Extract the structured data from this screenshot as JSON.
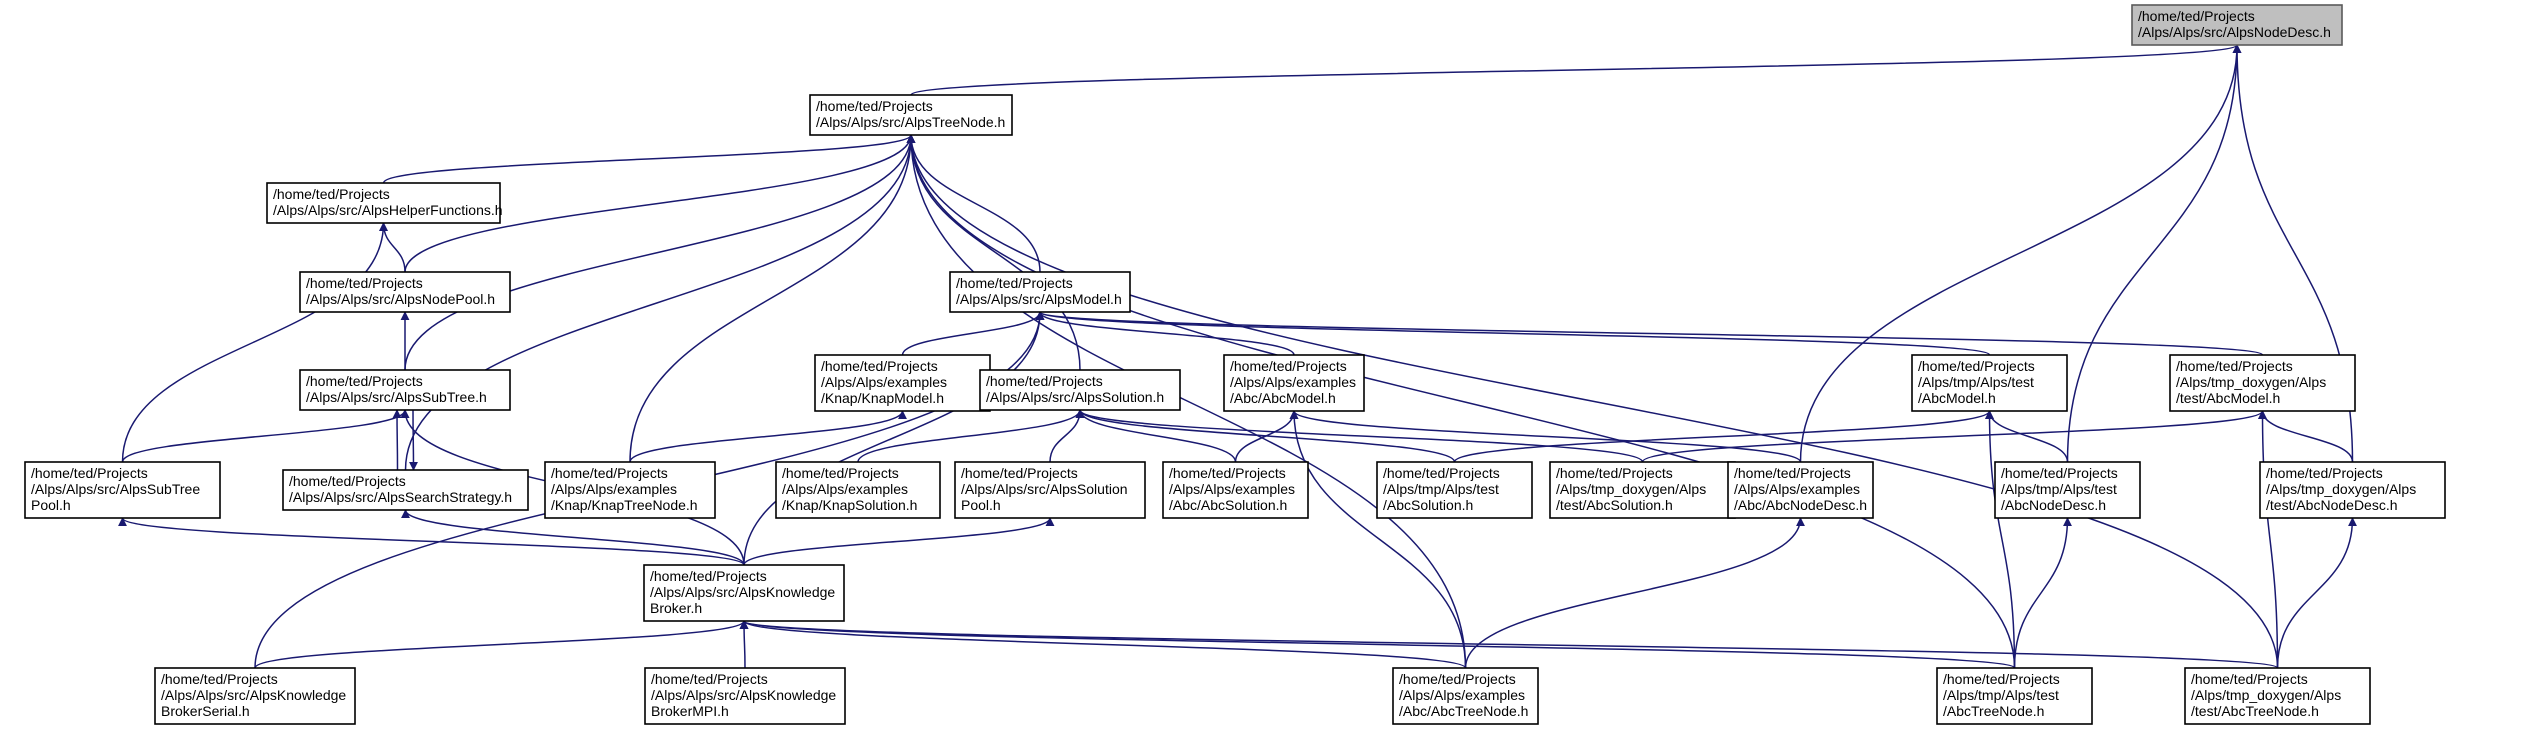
{
  "nodes": [
    {
      "id": "root",
      "lines": [
        "/home/ted/Projects",
        "/Alps/Alps/src/AlpsNodeDesc.h"
      ],
      "highlight": true
    },
    {
      "id": "treenode",
      "lines": [
        "/home/ted/Projects",
        "/Alps/Alps/src/AlpsTreeNode.h"
      ]
    },
    {
      "id": "helper",
      "lines": [
        "/home/ted/Projects",
        "/Alps/Alps/src/AlpsHelperFunctions.h"
      ]
    },
    {
      "id": "nodepool",
      "lines": [
        "/home/ted/Projects",
        "/Alps/Alps/src/AlpsNodePool.h"
      ]
    },
    {
      "id": "subtree",
      "lines": [
        "/home/ted/Projects",
        "/Alps/Alps/src/AlpsSubTree.h"
      ]
    },
    {
      "id": "model",
      "lines": [
        "/home/ted/Projects",
        "/Alps/Alps/src/AlpsModel.h"
      ]
    },
    {
      "id": "knapmodel",
      "lines": [
        "/home/ted/Projects",
        "/Alps/Alps/examples",
        "/Knap/KnapModel.h"
      ]
    },
    {
      "id": "solution",
      "lines": [
        "/home/ted/Projects",
        "/Alps/Alps/src/AlpsSolution.h"
      ]
    },
    {
      "id": "abcmodel_ex",
      "lines": [
        "/home/ted/Projects",
        "/Alps/Alps/examples",
        "/Abc/AbcModel.h"
      ]
    },
    {
      "id": "abcmodel_tmp",
      "lines": [
        "/home/ted/Projects",
        "/Alps/tmp/Alps/test",
        "/AbcModel.h"
      ]
    },
    {
      "id": "abcmodel_dox",
      "lines": [
        "/home/ted/Projects",
        "/Alps/tmp_doxygen/Alps",
        "/test/AbcModel.h"
      ]
    },
    {
      "id": "subtreepool",
      "lines": [
        "/home/ted/Projects",
        "/Alps/Alps/src/AlpsSubTree",
        "Pool.h"
      ]
    },
    {
      "id": "searchstrat",
      "lines": [
        "/home/ted/Projects",
        "/Alps/Alps/src/AlpsSearchStrategy.h"
      ]
    },
    {
      "id": "knaptreenode",
      "lines": [
        "/home/ted/Projects",
        "/Alps/Alps/examples",
        "/Knap/KnapTreeNode.h"
      ]
    },
    {
      "id": "knapsolution",
      "lines": [
        "/home/ted/Projects",
        "/Alps/Alps/examples",
        "/Knap/KnapSolution.h"
      ]
    },
    {
      "id": "solutionpool",
      "lines": [
        "/home/ted/Projects",
        "/Alps/Alps/src/AlpsSolution",
        "Pool.h"
      ]
    },
    {
      "id": "abcsolution_ex",
      "lines": [
        "/home/ted/Projects",
        "/Alps/Alps/examples",
        "/Abc/AbcSolution.h"
      ]
    },
    {
      "id": "abcsolution_tmp",
      "lines": [
        "/home/ted/Projects",
        "/Alps/tmp/Alps/test",
        "/AbcSolution.h"
      ]
    },
    {
      "id": "abcsolution_dox",
      "lines": [
        "/home/ted/Projects",
        "/Alps/tmp_doxygen/Alps",
        "/test/AbcSolution.h"
      ]
    },
    {
      "id": "abcnodedesc_ex",
      "lines": [
        "/home/ted/Projects",
        "/Alps/Alps/examples",
        "/Abc/AbcNodeDesc.h"
      ]
    },
    {
      "id": "abcnodedesc_tmp",
      "lines": [
        "/home/ted/Projects",
        "/Alps/tmp/Alps/test",
        "/AbcNodeDesc.h"
      ]
    },
    {
      "id": "abcnodedesc_dox",
      "lines": [
        "/home/ted/Projects",
        "/Alps/tmp_doxygen/Alps",
        "/test/AbcNodeDesc.h"
      ]
    },
    {
      "id": "kbroker",
      "lines": [
        "/home/ted/Projects",
        "/Alps/Alps/src/AlpsKnowledge",
        "Broker.h"
      ]
    },
    {
      "id": "kbserial",
      "lines": [
        "/home/ted/Projects",
        "/Alps/Alps/src/AlpsKnowledge",
        "BrokerSerial.h"
      ]
    },
    {
      "id": "kbmpi",
      "lines": [
        "/home/ted/Projects",
        "/Alps/Alps/src/AlpsKnowledge",
        "BrokerMPI.h"
      ]
    },
    {
      "id": "abctreenode_ex",
      "lines": [
        "/home/ted/Projects",
        "/Alps/Alps/examples",
        "/Abc/AbcTreeNode.h"
      ]
    },
    {
      "id": "abctreenode_tmp",
      "lines": [
        "/home/ted/Projects",
        "/Alps/tmp/Alps/test",
        "/AbcTreeNode.h"
      ]
    },
    {
      "id": "abctreenode_dox",
      "lines": [
        "/home/ted/Projects",
        "/Alps/tmp_doxygen/Alps",
        "/test/AbcTreeNode.h"
      ]
    }
  ],
  "edges": [
    {
      "from": "treenode",
      "to": "root"
    },
    {
      "from": "abcnodedesc_ex",
      "to": "root"
    },
    {
      "from": "abcnodedesc_tmp",
      "to": "root"
    },
    {
      "from": "abcnodedesc_dox",
      "to": "root"
    },
    {
      "from": "helper",
      "to": "treenode"
    },
    {
      "from": "nodepool",
      "to": "treenode"
    },
    {
      "from": "subtree",
      "to": "treenode"
    },
    {
      "from": "model",
      "to": "treenode"
    },
    {
      "from": "solution",
      "to": "treenode"
    },
    {
      "from": "searchstrat",
      "to": "treenode"
    },
    {
      "from": "knaptreenode",
      "to": "treenode"
    },
    {
      "from": "abctreenode_ex",
      "to": "treenode"
    },
    {
      "from": "abctreenode_tmp",
      "to": "treenode"
    },
    {
      "from": "abctreenode_dox",
      "to": "treenode"
    },
    {
      "from": "nodepool",
      "to": "helper"
    },
    {
      "from": "subtreepool",
      "to": "helper"
    },
    {
      "from": "subtree",
      "to": "nodepool"
    },
    {
      "from": "searchstrat",
      "to": "subtree"
    },
    {
      "from": "subtree",
      "to": "searchstrat"
    },
    {
      "from": "subtreepool",
      "to": "subtree"
    },
    {
      "from": "kbroker",
      "to": "subtree"
    },
    {
      "from": "knapmodel",
      "to": "model"
    },
    {
      "from": "abcmodel_ex",
      "to": "model"
    },
    {
      "from": "abcmodel_tmp",
      "to": "model"
    },
    {
      "from": "abcmodel_dox",
      "to": "model"
    },
    {
      "from": "kbroker",
      "to": "model"
    },
    {
      "from": "kbserial",
      "to": "model"
    },
    {
      "from": "knaptreenode",
      "to": "knapmodel"
    },
    {
      "from": "knapsolution",
      "to": "solution"
    },
    {
      "from": "solutionpool",
      "to": "solution"
    },
    {
      "from": "abcsolution_ex",
      "to": "solution"
    },
    {
      "from": "abcsolution_tmp",
      "to": "solution"
    },
    {
      "from": "abcsolution_dox",
      "to": "solution"
    },
    {
      "from": "abcsolution_ex",
      "to": "abcmodel_ex"
    },
    {
      "from": "abcnodedesc_ex",
      "to": "abcmodel_ex"
    },
    {
      "from": "abctreenode_ex",
      "to": "abcmodel_ex"
    },
    {
      "from": "abcsolution_tmp",
      "to": "abcmodel_tmp"
    },
    {
      "from": "abcnodedesc_tmp",
      "to": "abcmodel_tmp"
    },
    {
      "from": "abctreenode_tmp",
      "to": "abcmodel_tmp"
    },
    {
      "from": "abcsolution_dox",
      "to": "abcmodel_dox"
    },
    {
      "from": "abcnodedesc_dox",
      "to": "abcmodel_dox"
    },
    {
      "from": "abctreenode_dox",
      "to": "abcmodel_dox"
    },
    {
      "from": "kbroker",
      "to": "subtreepool"
    },
    {
      "from": "kbroker",
      "to": "searchstrat"
    },
    {
      "from": "kbroker",
      "to": "solutionpool"
    },
    {
      "from": "abctreenode_ex",
      "to": "abcnodedesc_ex"
    },
    {
      "from": "abctreenode_tmp",
      "to": "abcnodedesc_tmp"
    },
    {
      "from": "abctreenode_dox",
      "to": "abcnodedesc_dox"
    },
    {
      "from": "kbserial",
      "to": "kbroker"
    },
    {
      "from": "kbmpi",
      "to": "kbroker"
    },
    {
      "from": "abctreenode_ex",
      "to": "kbroker"
    },
    {
      "from": "abctreenode_tmp",
      "to": "kbroker"
    },
    {
      "from": "abctreenode_dox",
      "to": "kbroker"
    }
  ],
  "colors": {
    "edge": "#191970",
    "node_border": "#000000",
    "node_fill": "#ffffff",
    "root_fill": "#bfbfbf",
    "root_border": "#5a5a5a",
    "text": "#000000"
  }
}
